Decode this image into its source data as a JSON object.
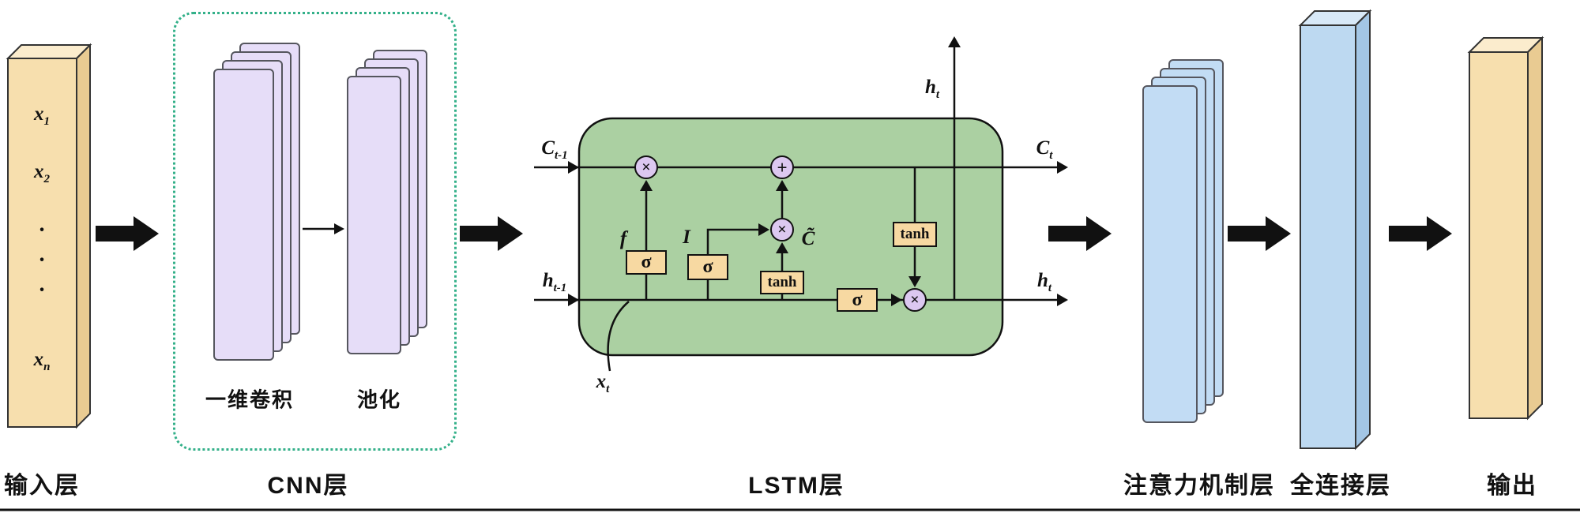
{
  "colors": {
    "bar_orange_front": "#f7dfae",
    "bar_orange_top": "#fbeccd",
    "bar_orange_side": "#e9cb92",
    "bar_blue_front": "#bdd9f1",
    "bar_blue_top": "#d8e9f8",
    "bar_blue_side": "#a3c6e5",
    "panel_purple": "#e6ddf8",
    "panel_blue": "#c2dcf4",
    "lstm_green": "#abd0a2",
    "gate_fill": "#f7d9a2",
    "node_fill": "#dcc8f0",
    "cnn_dotted_border": "#33b089",
    "line": "#111111"
  },
  "input_bar": {
    "x1": {
      "base": "x",
      "sub": "1"
    },
    "x2": {
      "base": "x",
      "sub": "2"
    },
    "xn": {
      "base": "x",
      "sub": "n"
    },
    "dots": [
      "·",
      "·",
      "·"
    ],
    "label": "输入层"
  },
  "cnn": {
    "conv_label": "一维卷积",
    "pool_label": "池化",
    "label": "CNN层"
  },
  "lstm": {
    "label": "LSTM层",
    "c_prev": {
      "base": "C",
      "sub": "t-1"
    },
    "c_next": {
      "base": "C",
      "sub": "t"
    },
    "h_prev": {
      "base": "h",
      "sub": "t-1"
    },
    "h_out": {
      "base": "h",
      "sub": "t"
    },
    "h_top": {
      "base": "h",
      "sub": "t"
    },
    "x_in": {
      "base": "x",
      "sub": "t"
    },
    "forget_gate": "f",
    "input_gate": "I",
    "candidate": "C̃",
    "sigma": "σ",
    "tanh": "tanh",
    "multiply": "×",
    "add": "+"
  },
  "attention": {
    "label": "注意力机制层"
  },
  "fc": {
    "label": "全连接层"
  },
  "output": {
    "label": "输出"
  }
}
